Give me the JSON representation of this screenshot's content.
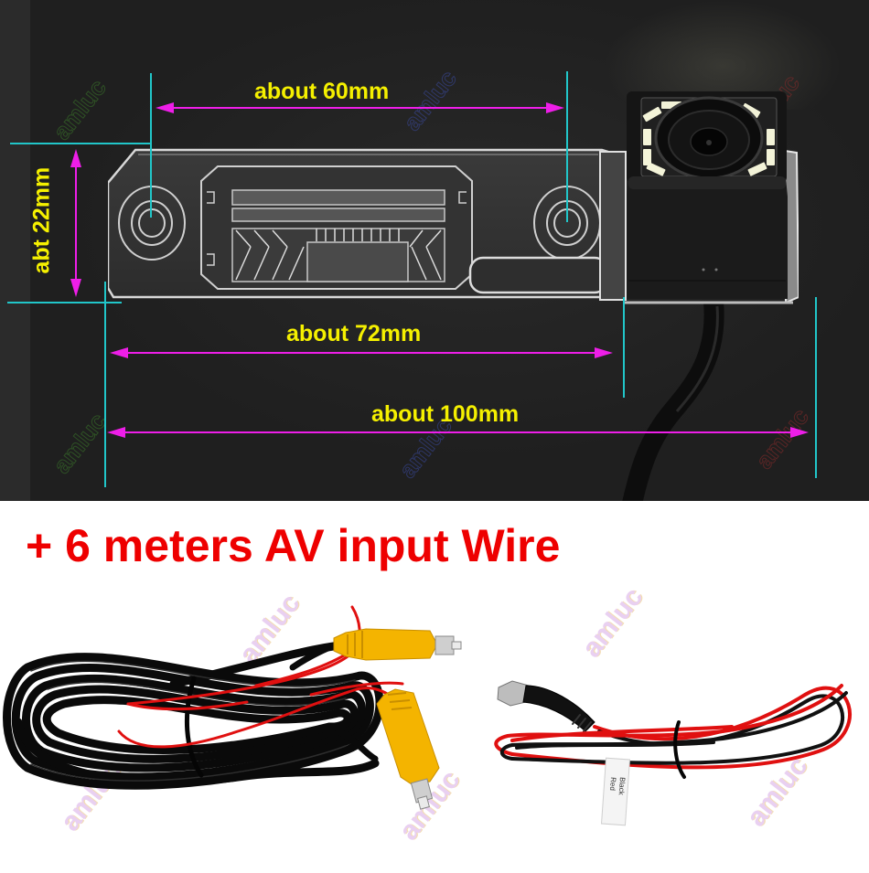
{
  "photo": {
    "description": "Reverse camera with license plate light housing on dark background",
    "background_color": "#1f1f1f"
  },
  "dimensions": {
    "hole_spacing": {
      "label": "about 60mm",
      "value_mm": 60
    },
    "height": {
      "label": "abt 22mm",
      "value_mm": 22
    },
    "plate_length": {
      "label": "about 72mm",
      "value_mm": 72
    },
    "total_length": {
      "label": "about 100mm",
      "value_mm": 100
    }
  },
  "colors": {
    "dimension_text": "#f5f000",
    "arrow": "#ee1ee8",
    "guide_line": "#21c6c9",
    "headline": "#ee0000"
  },
  "headline": {
    "text": "+ 6 meters AV input Wire"
  },
  "products": {
    "av_cable": {
      "name": "RCA video cable",
      "connector_color": "#f4b400",
      "trigger_wire_color": "#e01010"
    },
    "power_cable": {
      "name": "DC power cable",
      "label_lines": [
        "Red",
        "Black"
      ]
    }
  },
  "watermark": {
    "text": "amluc"
  }
}
